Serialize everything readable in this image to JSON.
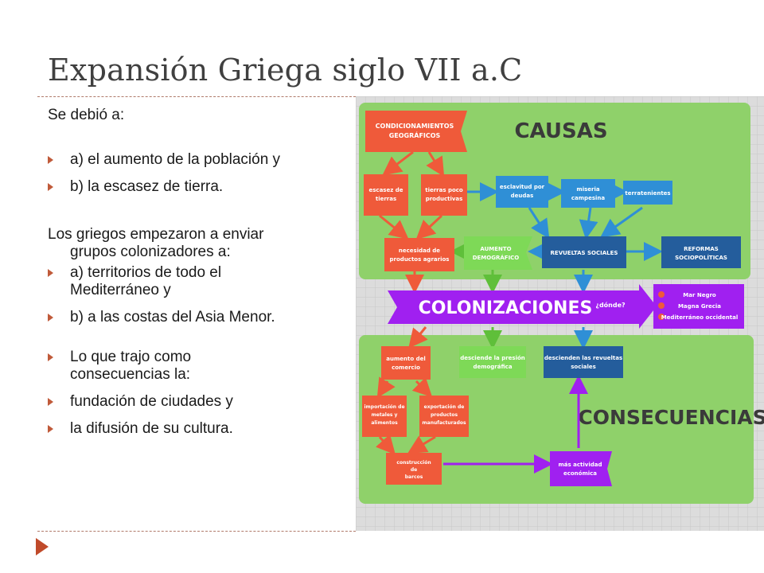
{
  "slide": {
    "title": "Expansión Griega siglo VII a.C",
    "intro": "Se debió a:",
    "causes": [
      "a) el aumento de la población y",
      "b) la escasez de tierra."
    ],
    "colonization_intro_line1": "Los griegos empezaron a enviar",
    "colonization_intro_line2": "grupos colonizadores a:",
    "destinations": [
      {
        "line1": "a) territorios de todo el",
        "line2": "Mediterráneo y"
      },
      {
        "line1": "b) a las costas del Asia Menor.",
        "line2": ""
      }
    ],
    "consequences_intro_line1": "Lo que trajo como",
    "consequences_intro_line2": "consecuencias la:",
    "consequences": [
      "fundación de ciudades y",
      "la difusión de su cultura."
    ]
  },
  "diagram": {
    "causas_heading": "CAUSAS",
    "consecuencias_heading": "CONSECUENCIAS",
    "colonizaciones": "COLONIZACIONES",
    "donde": "¿dónde?",
    "destinations": [
      "Mar Negro",
      "Magna Grecia",
      "Mediterráneo occidental"
    ],
    "nodes": {
      "condicionamientos": [
        "CONDICIONAMIENTOS",
        "GEOGRÁFICOS"
      ],
      "escasez": [
        "escasez de",
        "tierras"
      ],
      "tierras_poco": [
        "tierras poco",
        "productivas"
      ],
      "esclavitud": [
        "esclavitud por",
        "deudas"
      ],
      "miseria": [
        "miseria",
        "campesina"
      ],
      "terratenientes": [
        "terratenientes"
      ],
      "necesidad": [
        "necesidad de",
        "productos agrarios"
      ],
      "aumento_demo": [
        "AUMENTO",
        "DEMOGRÁFICO"
      ],
      "revueltas": [
        "REVUELTAS SOCIALES"
      ],
      "reformas": [
        "REFORMAS",
        "SOCIOPOLÍTICAS"
      ],
      "aumento_comercio": [
        "aumento del",
        "comercio"
      ],
      "desciende_presion": [
        "desciende la presión",
        "demográfica"
      ],
      "desciende_revueltas": [
        "descienden las revueltas",
        "sociales"
      ],
      "importacion": [
        "importación de",
        "metales y",
        "alimentos"
      ],
      "exportacion": [
        "exportación de",
        "productos",
        "manufacturados"
      ],
      "construccion": [
        "construcción",
        "de",
        "barcos"
      ],
      "mas_actividad": [
        "más actividad",
        "económica"
      ]
    },
    "colors": {
      "green_bg": "#8fd16a",
      "orange": "#ef5a3a",
      "green_box": "#7ed957",
      "blue": "#2f8fd6",
      "dark_blue": "#245d9c",
      "purple": "#a020f0"
    }
  }
}
